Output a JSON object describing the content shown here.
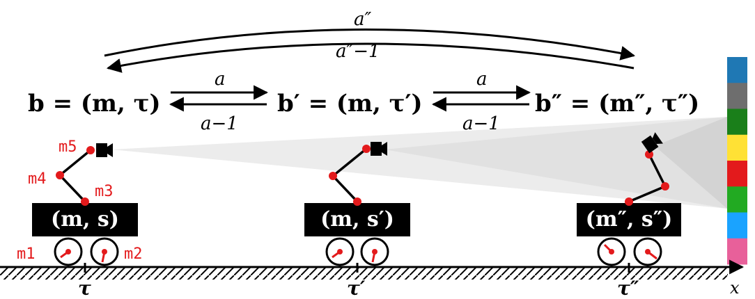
{
  "equations": {
    "b": "b = (m, τ)",
    "b_prime": "b′ = (m, τ′)",
    "b_dprime": "b″ = (m″, τ″)"
  },
  "transitions": {
    "top_forward": "a″",
    "top_inverse": "a″−1",
    "left_forward": "a",
    "left_inverse": "a−1",
    "right_forward": "a",
    "right_inverse": "a−1"
  },
  "robots": [
    {
      "state_label": "(m, s)",
      "position_label": "τ"
    },
    {
      "state_label": "(m, s′)",
      "position_label": "τ′"
    },
    {
      "state_label": "(m″, s″)",
      "position_label": "τ″"
    }
  ],
  "markers": {
    "m1": "m1",
    "m2": "m2",
    "m3": "m3",
    "m4": "m4",
    "m5": "m5"
  },
  "axis_label": "x",
  "colors": {
    "joint": "#e31a1c",
    "body": "#000000",
    "cone": "#d9d9d9",
    "strip": [
      "#1f78b4",
      "#6e6e6e",
      "#1a7f1a",
      "#ffe135",
      "#e31a1c",
      "#22aa22",
      "#1aa3ff",
      "#e8609a"
    ]
  }
}
